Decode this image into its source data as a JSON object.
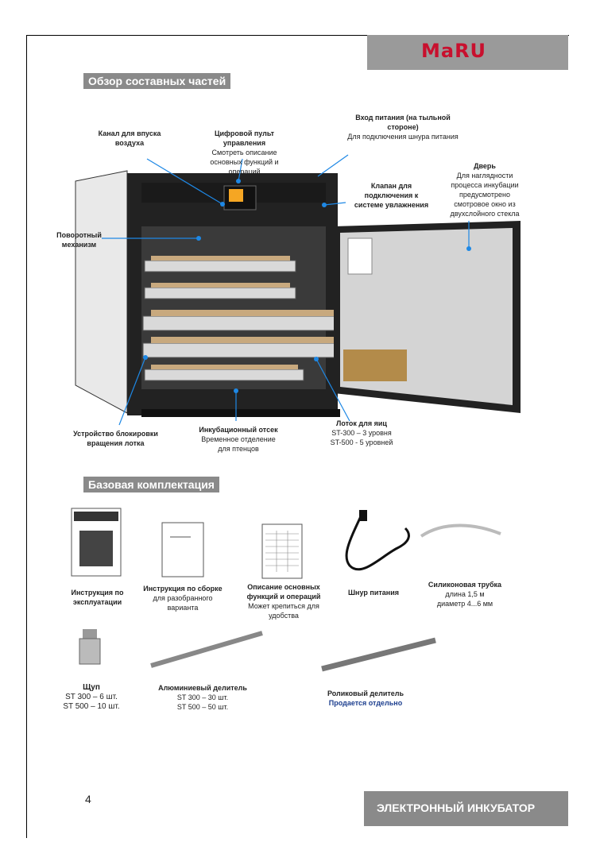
{
  "header": {
    "brand": "MaRU"
  },
  "sections": {
    "overview_title": "Обзор составных частей",
    "kit_title": "Базовая комплектация"
  },
  "callouts": {
    "air_channel": {
      "title": "Канал для впуска воздуха"
    },
    "control_panel": {
      "title": "Цифровой пульт управления",
      "text": "Смотреть описание основных функций и операций"
    },
    "power_input": {
      "title": "Вход питания (на тыльной стороне)",
      "text": "Для подключения шнура питания"
    },
    "door": {
      "title": "Дверь",
      "text": "Для наглядности процесса инкубации предусмотрено смотровое окно из двухслойного стекла"
    },
    "humid_valve": {
      "title": "Клапан для подключения к системе увлажнения"
    },
    "rotation": {
      "title": "Поворотный механизм"
    },
    "lock_device": {
      "title": "Устройство блокировки вращения лотка"
    },
    "incubation": {
      "title": "Инкубационный отсек",
      "text": "Временное отделение для птенцов"
    },
    "egg_tray": {
      "title": "Лоток для яиц",
      "line1": "ST-300 – 3 уровня",
      "line2": "ST-500 - 5 уровней"
    }
  },
  "kit": {
    "manual": {
      "title": "Инструкция по эксплуатации"
    },
    "assembly": {
      "title": "Инструкция по сборке",
      "text": "для разобранного варианта"
    },
    "functions": {
      "title": "Описание основных функций и операций",
      "text": "Может крепиться для удобства"
    },
    "cord": {
      "title": "Шнур питания"
    },
    "tube": {
      "title": "Силиконовая трубка",
      "line1": "длина 1,5 м",
      "line2": "диаметр 4...6 мм"
    },
    "probe": {
      "title": "Щуп",
      "line1": "ST 300 – 6 шт.",
      "line2": "ST 500 – 10 шт."
    },
    "alu_divider": {
      "title": "Алюминиевый делитель",
      "line1": "ST 300 – 30 шт.",
      "line2": "ST 500 – 50 шт."
    },
    "roller_divider": {
      "title": "Роликовый делитель",
      "note": "Продается отдельно"
    }
  },
  "footer": {
    "page": "4",
    "title": "ЭЛЕКТРОННЫЙ ИНКУБАТОР"
  },
  "colors": {
    "accent_blue": "#1e88e5",
    "brand_red": "#c8102e",
    "header_gray": "#9a9a9a"
  }
}
